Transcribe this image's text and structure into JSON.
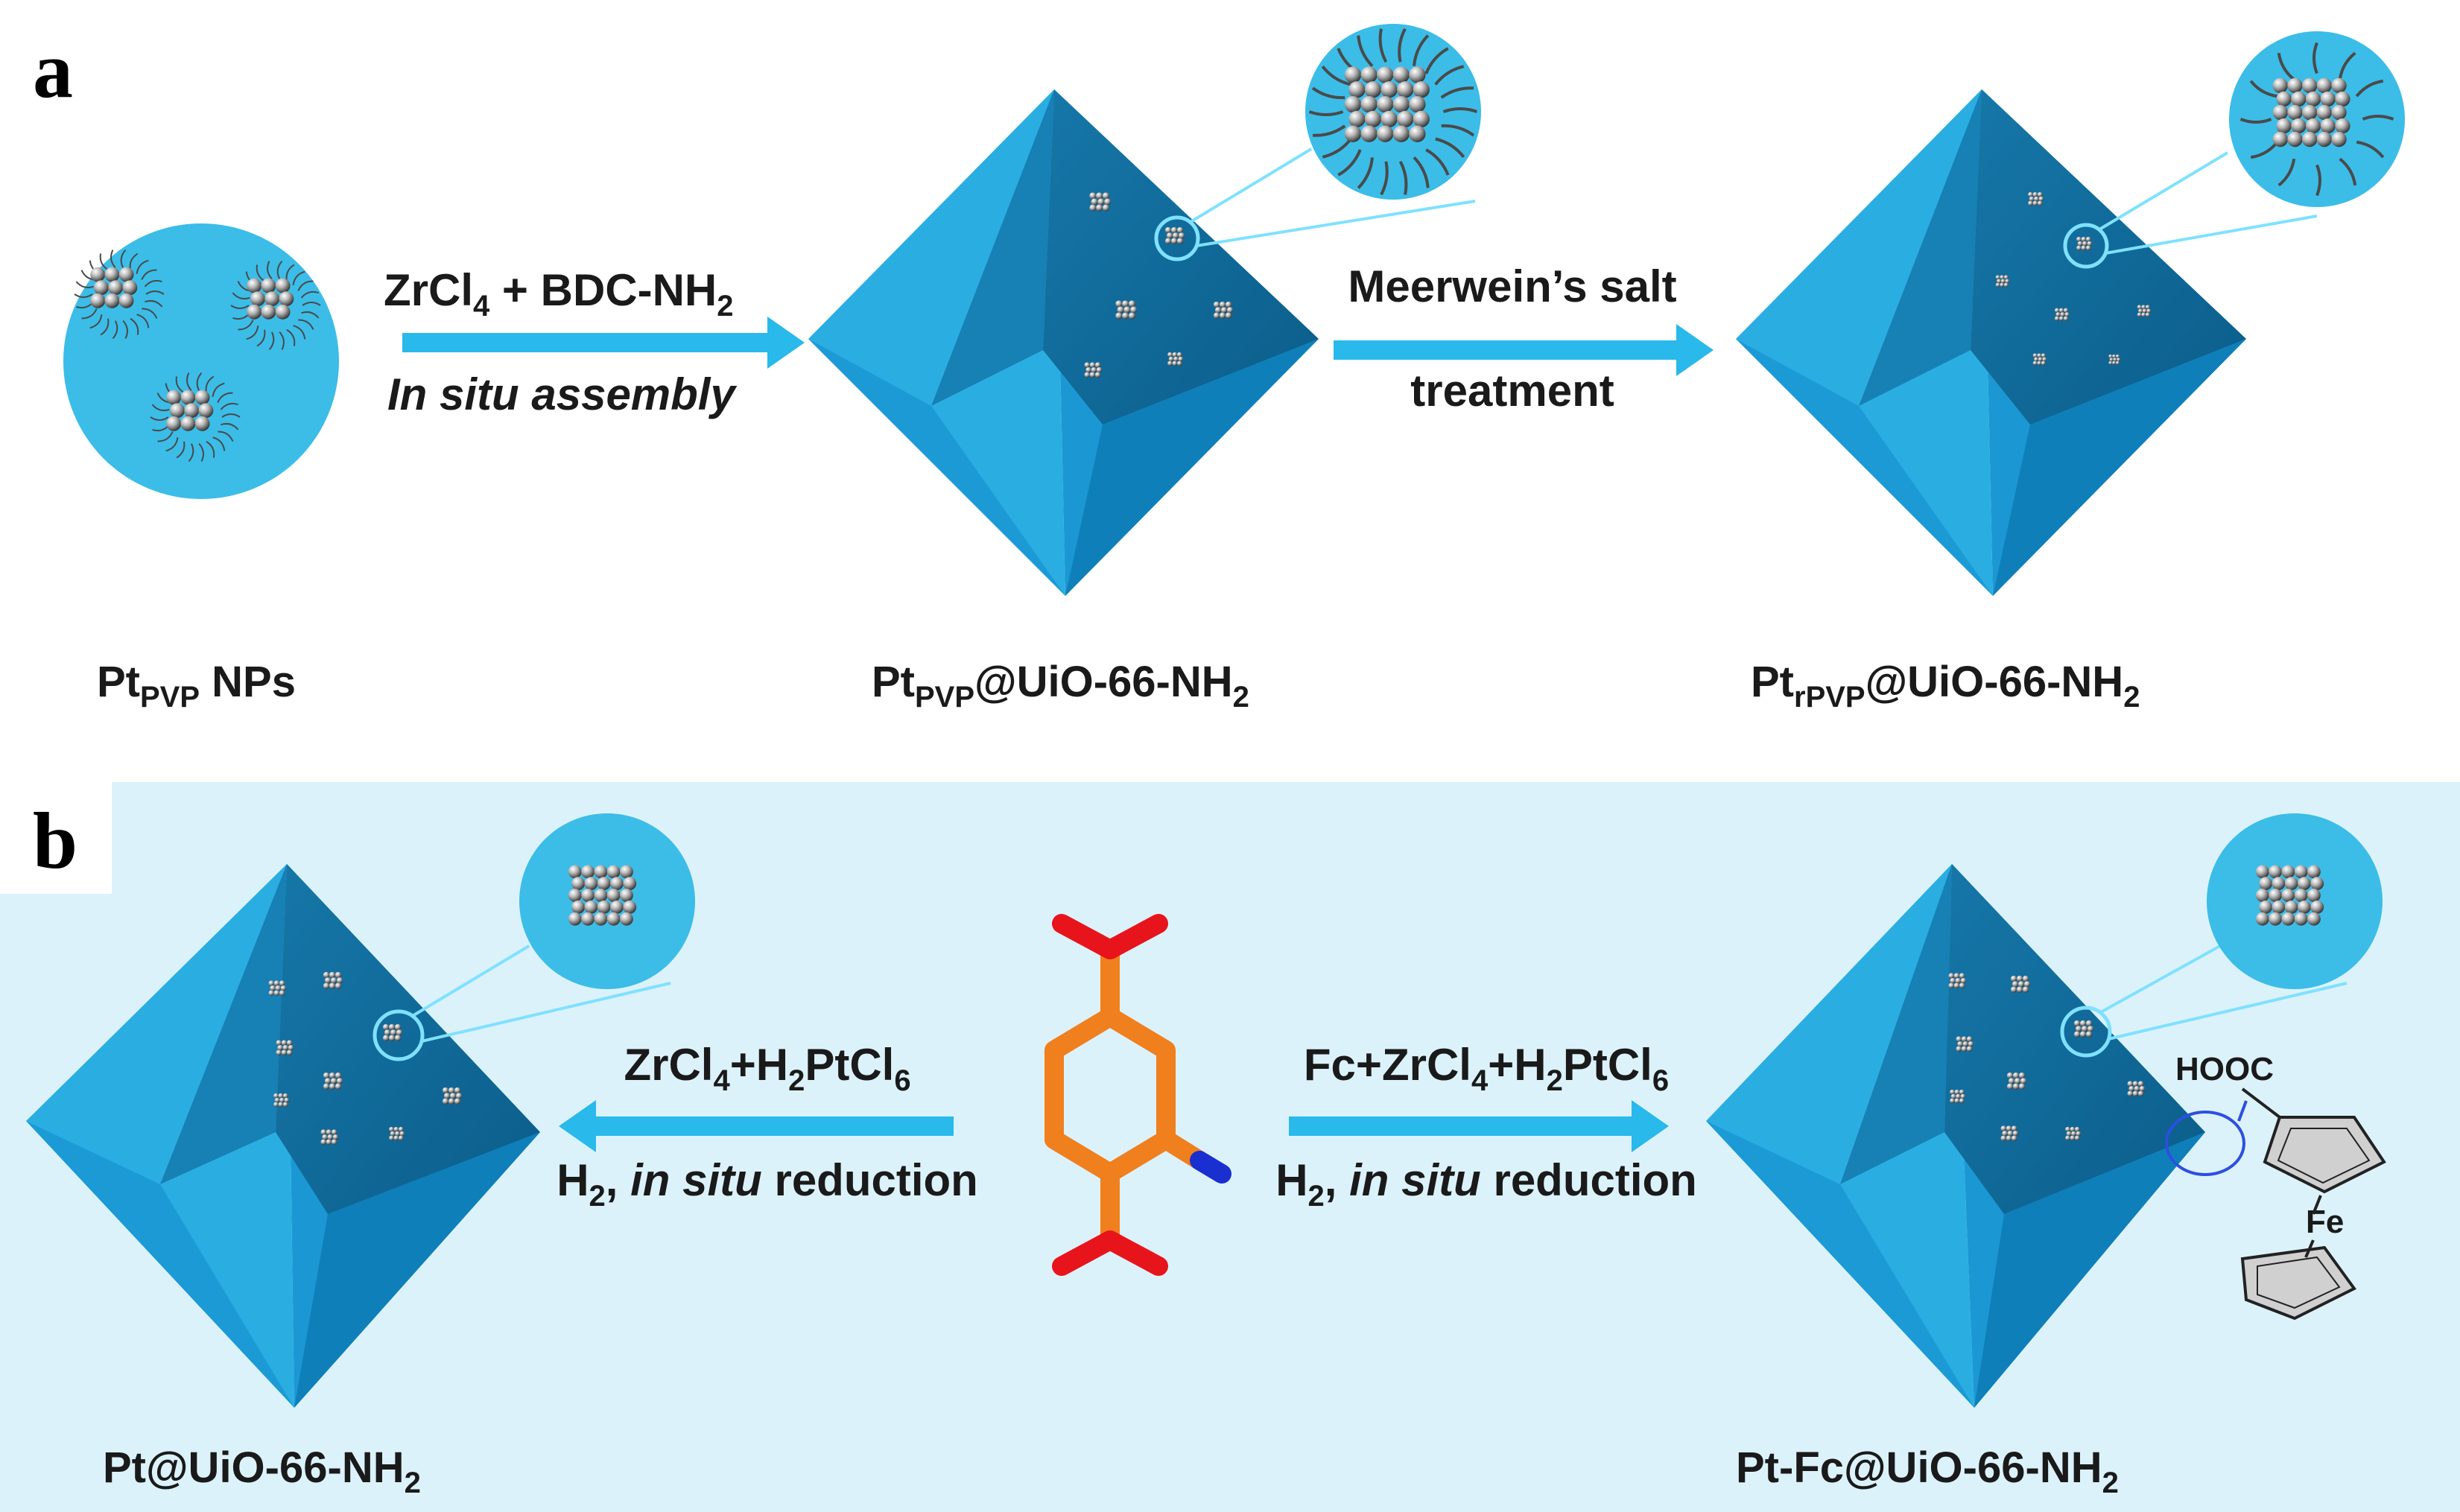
{
  "panel_a": {
    "letter": "a",
    "step1": {
      "reagent_main": "ZrCl",
      "reagent_sub": "4",
      "reagent_rest": " + BDC-NH",
      "reagent_sub2": "2",
      "process": "In situ assembly"
    },
    "step2": {
      "line1": "Meerwein’s salt",
      "line2": "treatment"
    },
    "labels": {
      "l1_main": "Pt",
      "l1_sub": "PVP",
      "l1_rest": " NPs",
      "l2_main": "Pt",
      "l2_sub": "PVP",
      "l2_rest": "@UiO-66-NH",
      "l2_sub2": "2",
      "l3_main": "Pt",
      "l3_sub": "rPVP",
      "l3_rest": "@UiO-66-NH",
      "l3_sub2": "2"
    }
  },
  "panel_b": {
    "letter": "b",
    "left_cond": {
      "l1a": "ZrCl",
      "l1s": "4",
      "l1b": "+H",
      "l1s2": "2",
      "l1c": "PtCl",
      "l1s3": "6",
      "l2a": "H",
      "l2s": "2",
      "l2b": ", ",
      "l2c": "in situ",
      "l2d": " reduction"
    },
    "right_cond": {
      "l1a": "Fc+ZrCl",
      "l1s": "4",
      "l1b": "+H",
      "l1s2": "2",
      "l1c": "PtCl",
      "l1s3": "6",
      "l2a": "H",
      "l2s": "2",
      "l2b": ", ",
      "l2c": "in situ",
      "l2d": " reduction"
    },
    "labels": {
      "l1_main": "Pt@UiO-66-NH",
      "l1_sub": "2",
      "l2_main": "Pt-Fc@UiO-66-NH",
      "l2_sub": "2"
    },
    "ferrocene": {
      "cooh": "HOOC",
      "fe": "Fe"
    }
  },
  "colors": {
    "octa_light": "#3bbde8",
    "octa_mid": "#21a6dc",
    "octa_dark": "#0e7fb8",
    "arrow": "#29b9ea",
    "panel_b_bg": "#dcf2fb",
    "linker": "#f07f1e",
    "oxygen": "#e8141c",
    "nitrogen": "#1a2fd0"
  }
}
